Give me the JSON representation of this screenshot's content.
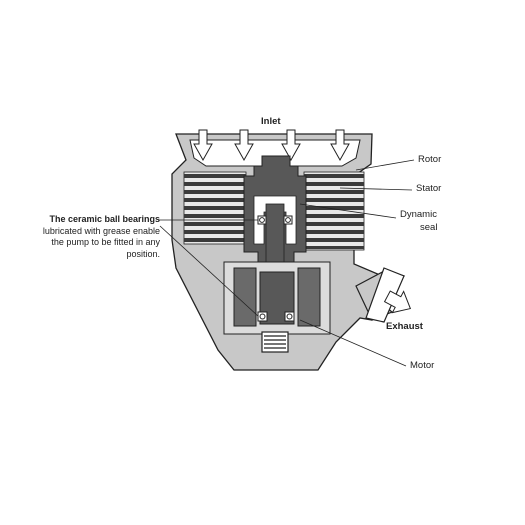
{
  "labels": {
    "inlet": "Inlet",
    "rotor": "Rotor",
    "stator": "Stator",
    "dynamic_seal_line1": "Dynamic",
    "dynamic_seal_line2": "seal",
    "exhaust": "Exhaust",
    "motor": "Motor"
  },
  "bearing_note": {
    "title": "The ceramic ball bearings",
    "line1": "lubricated with grease enable",
    "line2": "the pump to be fitted in any",
    "line3": "position."
  },
  "colors": {
    "housing": "#c8c8c8",
    "shaft": "#585858",
    "stator": "#3a3a3a",
    "outline": "#222222"
  }
}
